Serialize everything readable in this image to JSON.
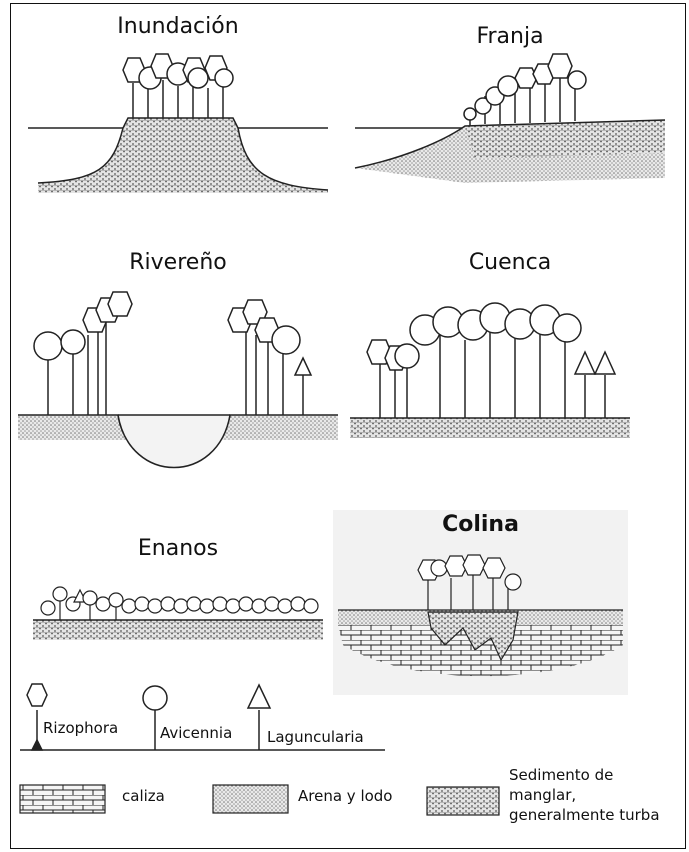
{
  "panels": {
    "inundacion": "Inundación",
    "franja": "Franja",
    "rivereno": "Rivereño",
    "cuenca": "Cuenca",
    "enanos": "Enanos",
    "colina": "Colina"
  },
  "legend": {
    "trees": {
      "rizophora": "Rizophora",
      "avicennia": "Avicennia",
      "laguncularia": "Laguncularia"
    },
    "substrates": {
      "caliza": "caliza",
      "arena": "Arena y lodo",
      "sedimento_line1": "Sedimento de",
      "sedimento_line2": "manglar,",
      "sedimento_line3": "generalmente turba"
    }
  }
}
